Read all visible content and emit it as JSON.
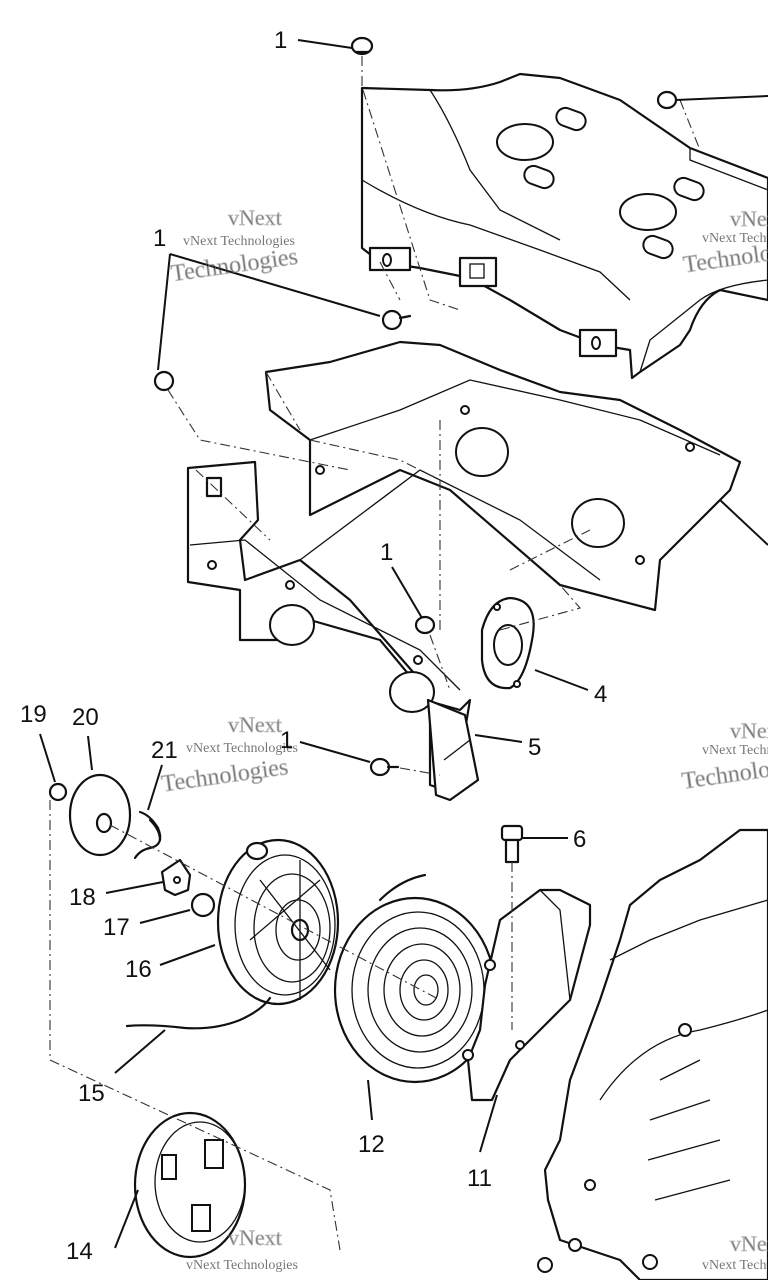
{
  "callouts": {
    "c1a": "1",
    "c1b": "1",
    "c1c": "1",
    "c1d": "1",
    "c4": "4",
    "c5": "5",
    "c6": "6",
    "c11": "11",
    "c12": "12",
    "c14": "14",
    "c15": "15",
    "c16": "16",
    "c17": "17",
    "c18": "18",
    "c19": "19",
    "c20": "20",
    "c21": "21"
  },
  "watermark": {
    "line1": "vNext",
    "line2": "vNext Technologies",
    "line3": "Technologies"
  }
}
